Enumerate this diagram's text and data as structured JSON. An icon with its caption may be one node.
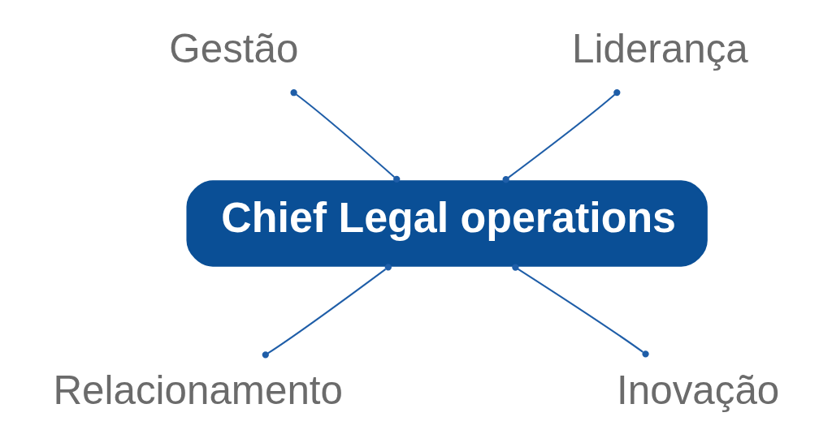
{
  "diagram": {
    "nodes": [
      {
        "text": [
          "Gestão"
        ]
      },
      {
        "text": [
          "Liderança"
        ]
      },
      {
        "text": [
          "Chief Legal operations"
        ]
      },
      {
        "text": [
          "Relacionamento"
        ]
      },
      {
        "text": [
          "Inovação"
        ]
      }
    ],
    "edges": [
      {
        "from": 0,
        "to": 2,
        "arrow": "other"
      },
      {
        "from": 1,
        "to": 2,
        "arrow": "other"
      },
      {
        "from": 2,
        "to": 3,
        "arrow": "other"
      },
      {
        "from": 2,
        "to": 4,
        "arrow": "other"
      }
    ]
  }
}
